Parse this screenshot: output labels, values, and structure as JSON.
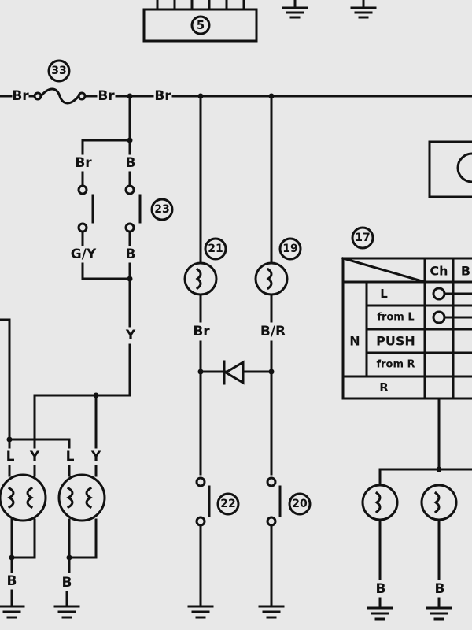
{
  "components": {
    "c5": "5",
    "c33": "33",
    "c23": "23",
    "c21": "21",
    "c19": "19",
    "c17": "17",
    "c22": "22",
    "c20": "20"
  },
  "wire_labels": {
    "top_br_1": "Br",
    "top_br_2": "Br",
    "top_br_3": "Br",
    "sw23_left_top": "Br",
    "sw23_right_top": "B",
    "sw23_left_bottom": "G/Y",
    "sw23_right_bottom": "B",
    "y_drop": "Y",
    "lamp21_out": "Br",
    "lamp19_out": "B/R",
    "bulb_l1": "L",
    "bulb_y1": "Y",
    "bulb_l2": "L",
    "bulb_y2": "Y",
    "ground_b1": "B",
    "ground_b2": "B",
    "ground_b3": "B",
    "ground_b4": "B"
  },
  "table17": {
    "headers": [
      "Ch",
      "B"
    ],
    "rows": [
      "L",
      "from L",
      "PUSH",
      "from R",
      "R"
    ],
    "side_label": "N"
  }
}
